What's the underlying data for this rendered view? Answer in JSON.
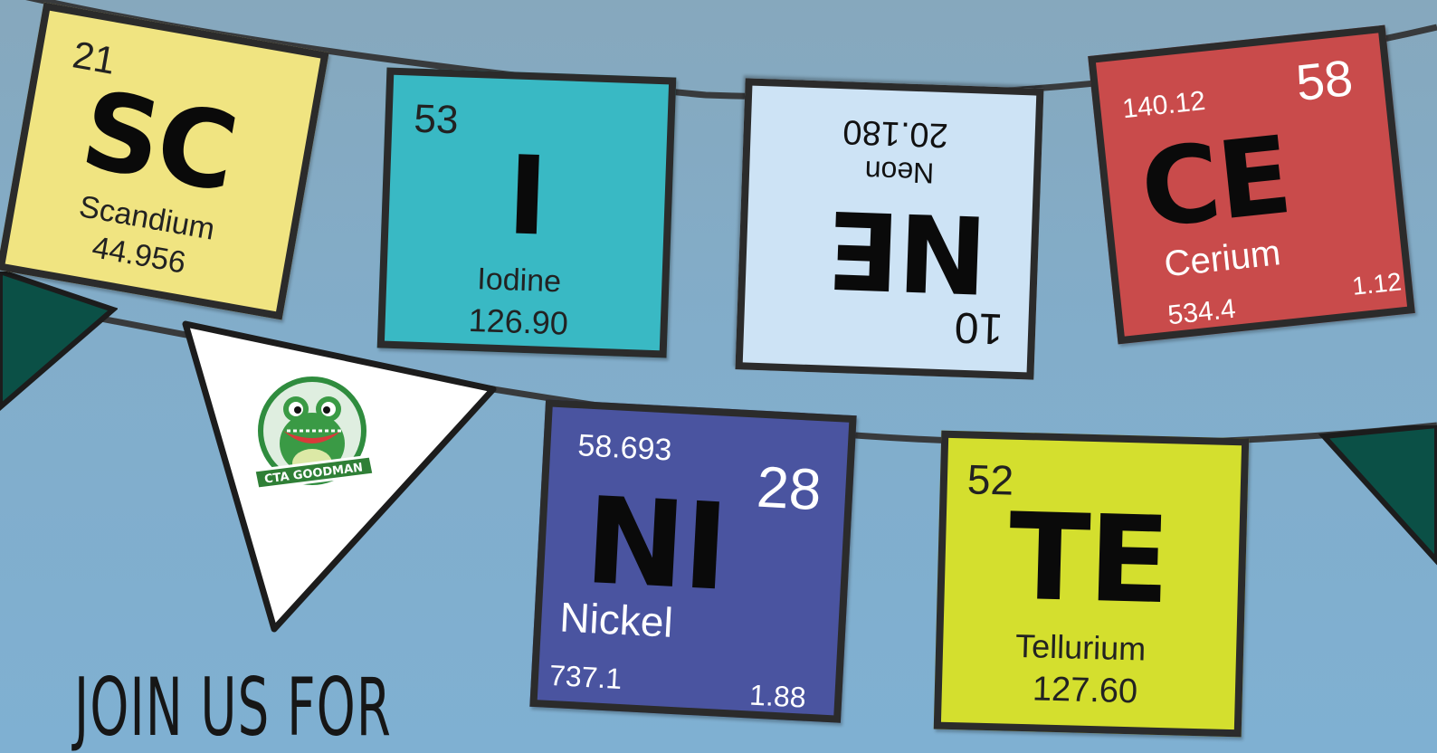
{
  "colors": {
    "sky": "#83adc9",
    "string": "#383a3c",
    "pennant_dark": "#0b5046",
    "pennant_white": "#ffffff",
    "scandium": "#f0e481",
    "iodine": "#39b9c4",
    "neon": "#cde3f5",
    "cerium": "#c94b4b",
    "nickel": "#4a54a0",
    "tellurium": "#d4df2e"
  },
  "cards": {
    "scandium": {
      "number": "21",
      "symbol": "SC",
      "name": "Scandium",
      "mass": "44.956"
    },
    "iodine": {
      "number": "53",
      "symbol": "I",
      "name": "Iodine",
      "mass": "126.90"
    },
    "neon": {
      "number": "10",
      "symbol": "NE",
      "name": "Neon",
      "mass": "20.180"
    },
    "cerium": {
      "number": "58",
      "symbol": "CE",
      "name": "Cerium",
      "mass": "140.12",
      "ionization": "534.4",
      "electronegativity": "1.12"
    },
    "nickel": {
      "number": "28",
      "symbol": "NI",
      "name": "Nickel",
      "mass": "58.693",
      "ionization": "737.1",
      "electronegativity": "1.88"
    },
    "tellurium": {
      "number": "52",
      "symbol": "TE",
      "name": "Tellurium",
      "mass": "127.60"
    }
  },
  "badge": {
    "icon": "alligator-mascot-icon",
    "label": "CTA GOODMAN"
  },
  "tagline": "JOIN US FOR"
}
